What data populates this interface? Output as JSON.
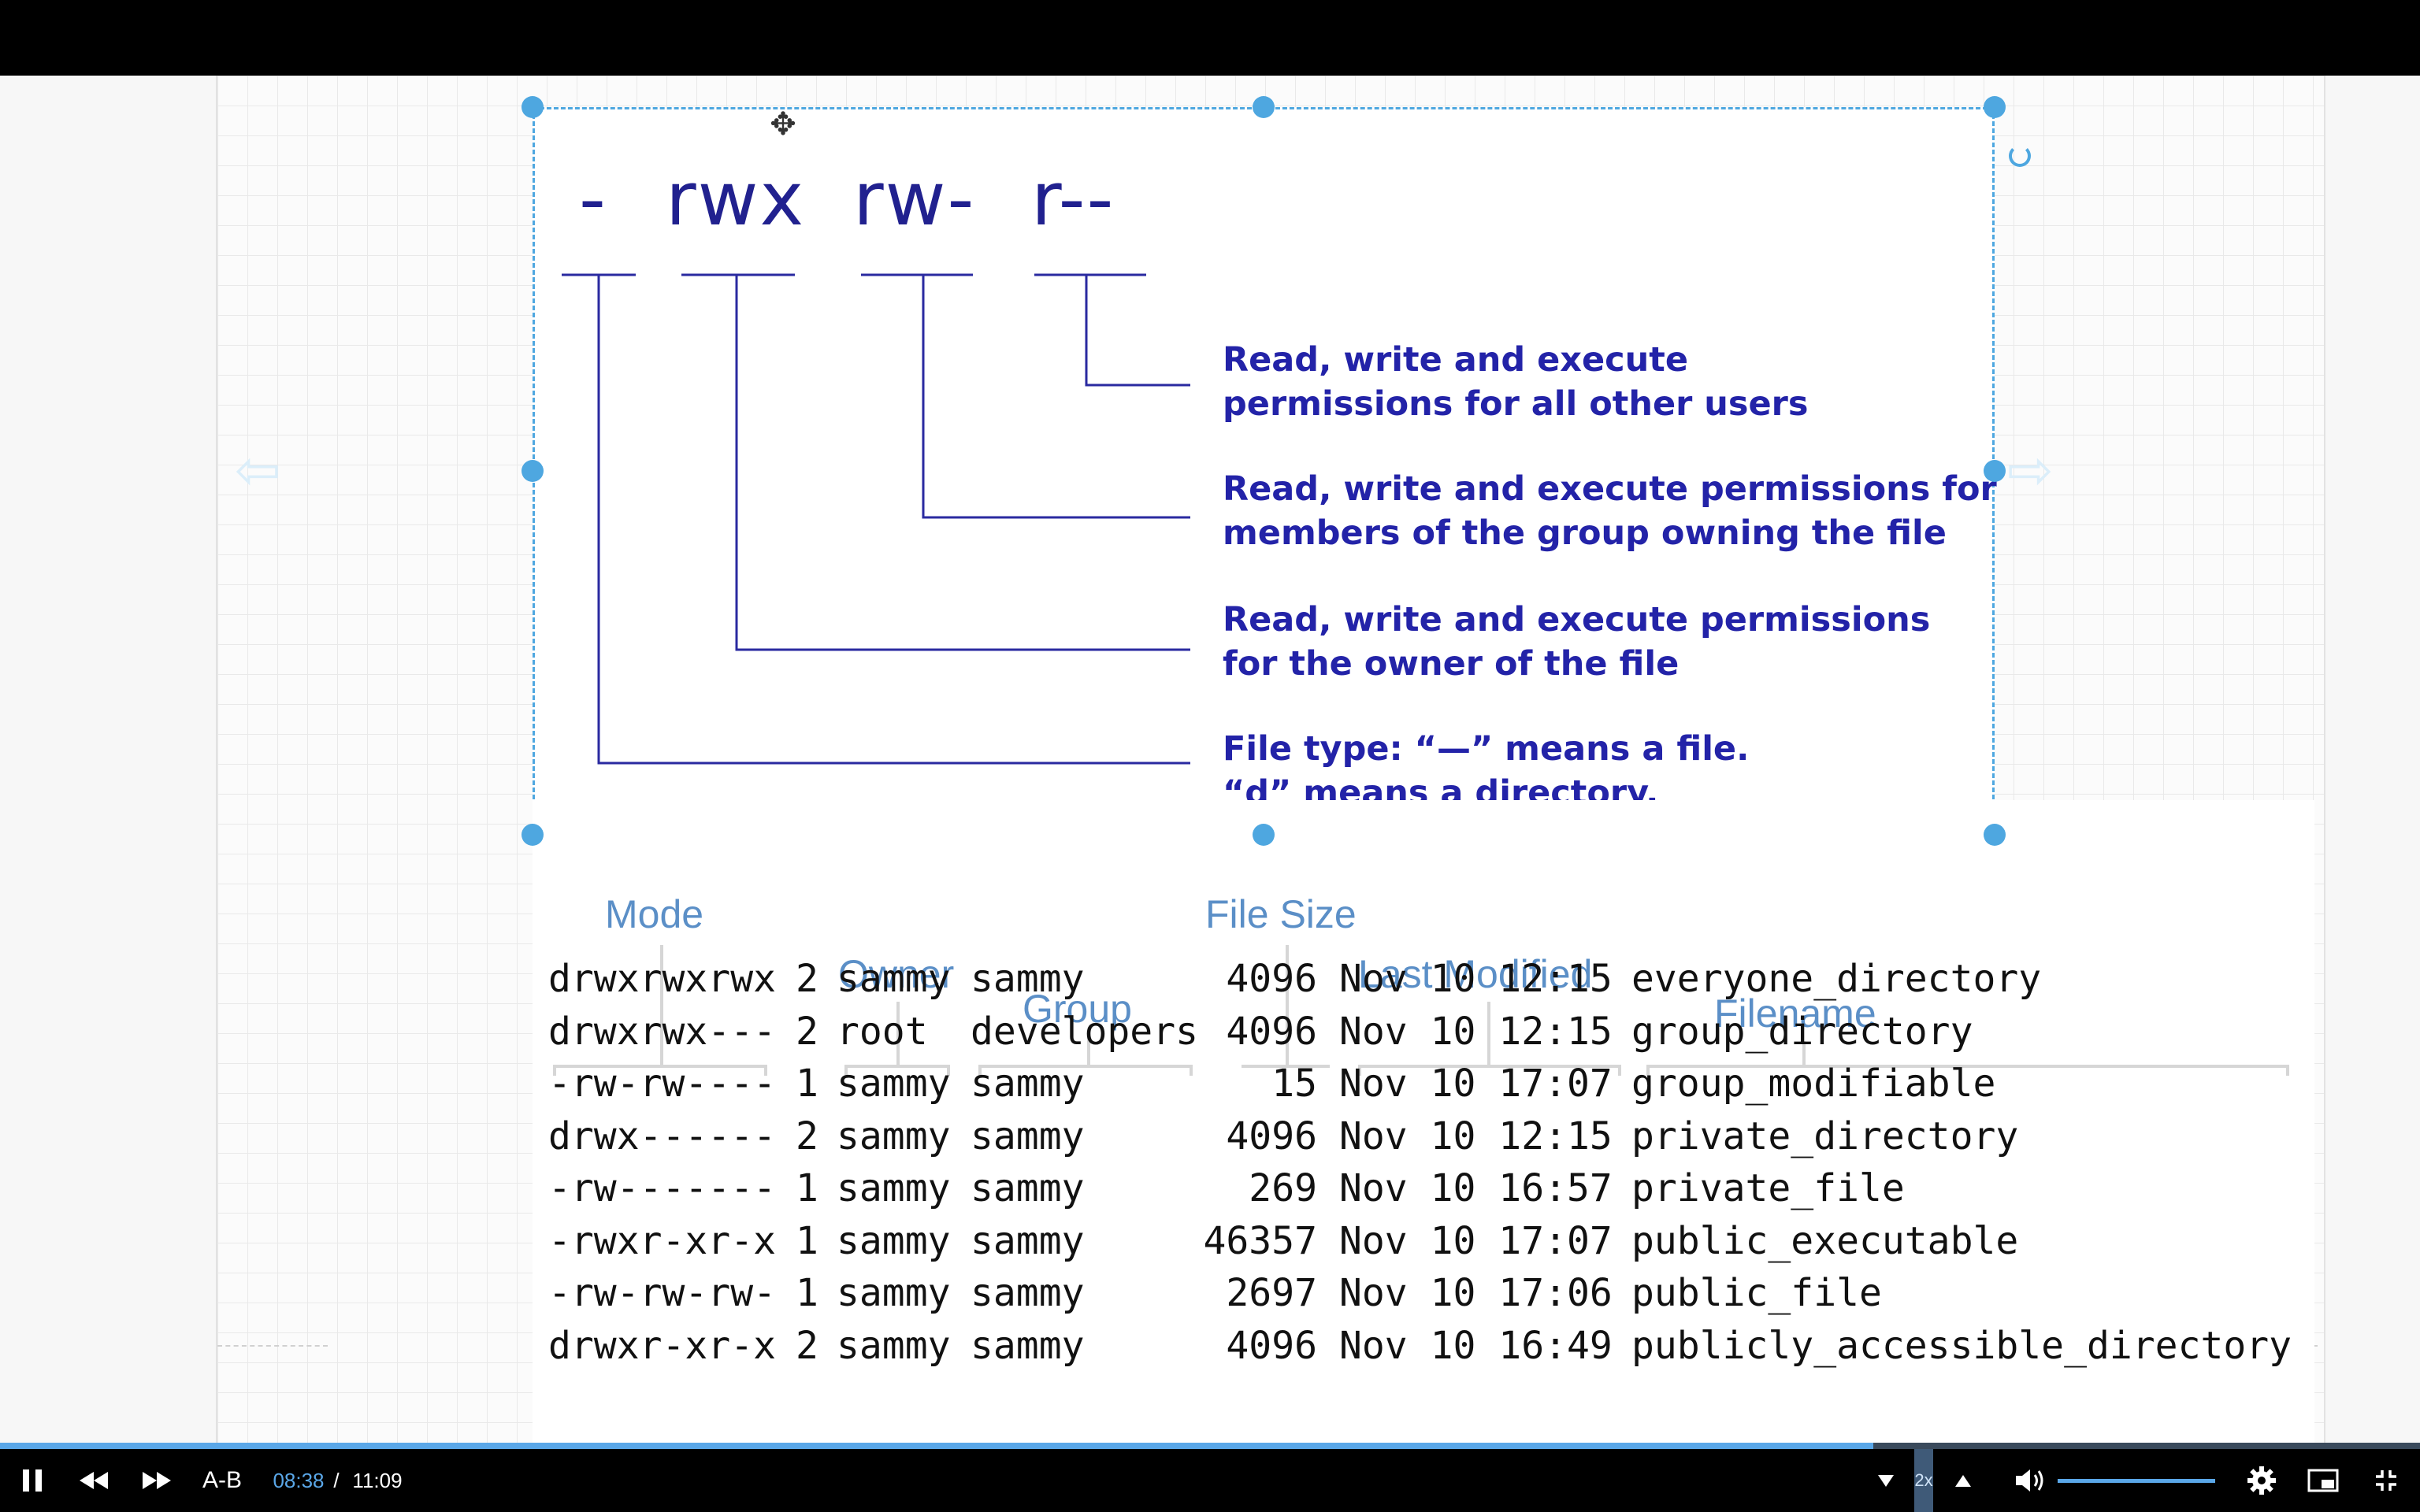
{
  "diagram": {
    "perm_parts": [
      "-",
      "rwx",
      "rw-",
      "r--"
    ],
    "descriptions": [
      "Read, write and execute\npermissions for all other users",
      "Read, write and execute permissions for\nmembers of the group owning the file",
      "Read, write and execute permissions\nfor the owner of the file",
      "File type: “—” means a file.\n“d” means a directory."
    ]
  },
  "listing": {
    "headers": {
      "mode": "Mode",
      "owner": "Owner",
      "group": "Group",
      "file_size": "File Size",
      "last_modified": "Last Modified",
      "filename": "Filename"
    },
    "rows": [
      {
        "mode": "drwxrwxrwx",
        "links": "2",
        "owner": "sammy",
        "group": "sammy",
        "size": "4096",
        "date": "Nov 10 12:15",
        "name": "everyone_directory"
      },
      {
        "mode": "drwxrwx---",
        "links": "2",
        "owner": "root",
        "group": "developers",
        "size": "4096",
        "date": "Nov 10 12:15",
        "name": "group_directory"
      },
      {
        "mode": "-rw-rw----",
        "links": "1",
        "owner": "sammy",
        "group": "sammy",
        "size": "15",
        "date": "Nov 10 17:07",
        "name": "group_modifiable"
      },
      {
        "mode": "drwx------",
        "links": "2",
        "owner": "sammy",
        "group": "sammy",
        "size": "4096",
        "date": "Nov 10 12:15",
        "name": "private_directory"
      },
      {
        "mode": "-rw-------",
        "links": "1",
        "owner": "sammy",
        "group": "sammy",
        "size": "269",
        "date": "Nov 10 16:57",
        "name": "private_file"
      },
      {
        "mode": "-rwxr-xr-x",
        "links": "1",
        "owner": "sammy",
        "group": "sammy",
        "size": "46357",
        "date": "Nov 10 17:07",
        "name": "public_executable"
      },
      {
        "mode": "-rw-rw-rw-",
        "links": "1",
        "owner": "sammy",
        "group": "sammy",
        "size": "2697",
        "date": "Nov 10 17:06",
        "name": "public_file"
      },
      {
        "mode": "drwxr-xr-x",
        "links": "2",
        "owner": "sammy",
        "group": "sammy",
        "size": "4096",
        "date": "Nov 10 16:49",
        "name": "publicly_accessible_directory"
      }
    ]
  },
  "player": {
    "ab_label": "A-B",
    "time_current": "08:38",
    "time_sep": "/",
    "time_total": "11:09",
    "speed": "2x",
    "progress_fraction": 0.774,
    "volume_fraction": 1.0,
    "icons": [
      "pause-icon",
      "rewind-icon",
      "fast-forward-icon",
      "speed-down-icon",
      "speed-up-icon",
      "volume-icon",
      "settings-icon",
      "picture-in-picture-icon",
      "exit-fullscreen-icon"
    ]
  },
  "colors": {
    "selection": "#4ea7e0",
    "diagram_text": "#2323a8",
    "header_text": "#5b8fc7",
    "progress": "#5aa7e8"
  }
}
